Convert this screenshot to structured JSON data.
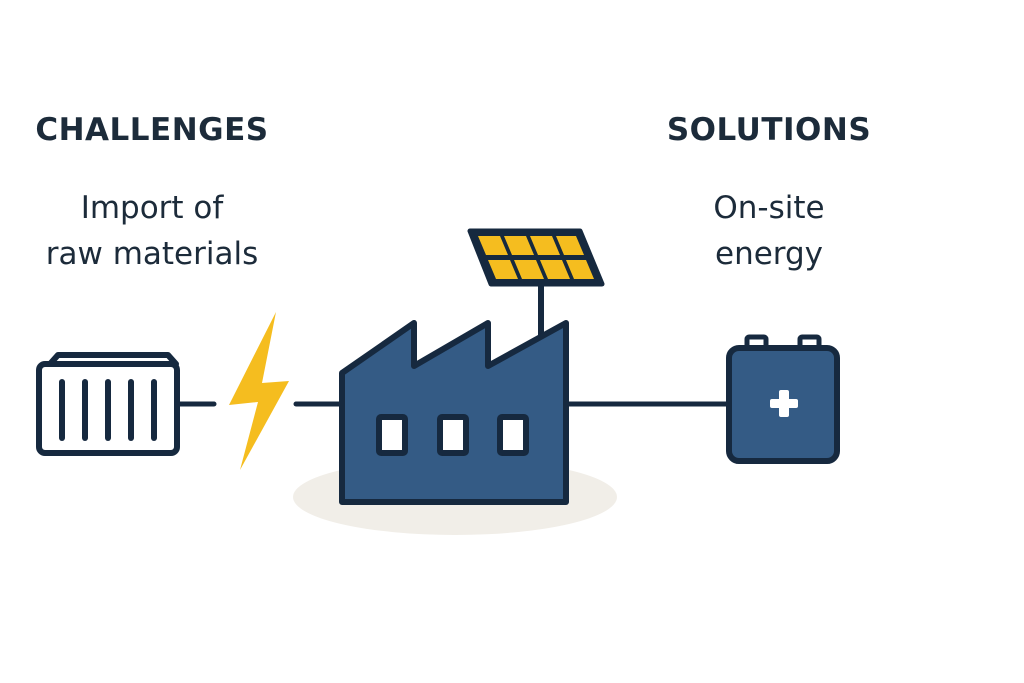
{
  "left_panel": {
    "heading": "CHALLENGES",
    "description_lines": [
      "Import of",
      "raw materials"
    ]
  },
  "right_panel": {
    "heading": "SOLUTIONS",
    "description_lines": [
      "On-site",
      "energy"
    ]
  },
  "icons": {
    "container": "shipping-container-icon",
    "lightning": "lightning-bolt-icon",
    "factory": "factory-icon",
    "solar_panel": "solar-panel-icon",
    "battery": "battery-icon"
  },
  "colors": {
    "outline": "#16293f",
    "factory_fill": "#345b85",
    "accent_yellow": "#f5bd1f",
    "shadow": "#f1eee8",
    "window_fill": "#ffffff"
  }
}
